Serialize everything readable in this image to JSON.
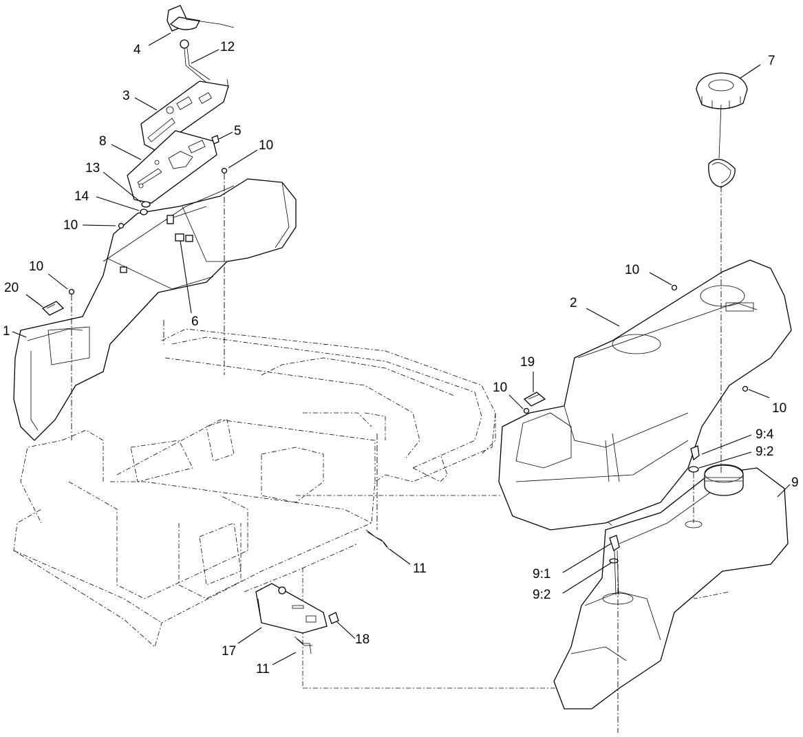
{
  "diagram": {
    "callouts": [
      {
        "id": "c4",
        "text": "4"
      },
      {
        "id": "c12",
        "text": "12"
      },
      {
        "id": "c3",
        "text": "3"
      },
      {
        "id": "c8",
        "text": "8"
      },
      {
        "id": "c5",
        "text": "5"
      },
      {
        "id": "c10a",
        "text": "10"
      },
      {
        "id": "c13",
        "text": "13"
      },
      {
        "id": "c14",
        "text": "14"
      },
      {
        "id": "c10b",
        "text": "10"
      },
      {
        "id": "c10c",
        "text": "10"
      },
      {
        "id": "c20",
        "text": "20"
      },
      {
        "id": "c1",
        "text": "1"
      },
      {
        "id": "c6",
        "text": "6"
      },
      {
        "id": "c7",
        "text": "7"
      },
      {
        "id": "c10d",
        "text": "10"
      },
      {
        "id": "c2",
        "text": "2"
      },
      {
        "id": "c19",
        "text": "19"
      },
      {
        "id": "c10e",
        "text": "10"
      },
      {
        "id": "c10f",
        "text": "10"
      },
      {
        "id": "c94",
        "text": "9:4"
      },
      {
        "id": "c92a",
        "text": "9:2"
      },
      {
        "id": "c9",
        "text": "9"
      },
      {
        "id": "c11a",
        "text": "11"
      },
      {
        "id": "c91",
        "text": "9:1"
      },
      {
        "id": "c92b",
        "text": "9:2"
      },
      {
        "id": "c17",
        "text": "17"
      },
      {
        "id": "c18",
        "text": "18"
      },
      {
        "id": "c11b",
        "text": "11"
      }
    ]
  }
}
